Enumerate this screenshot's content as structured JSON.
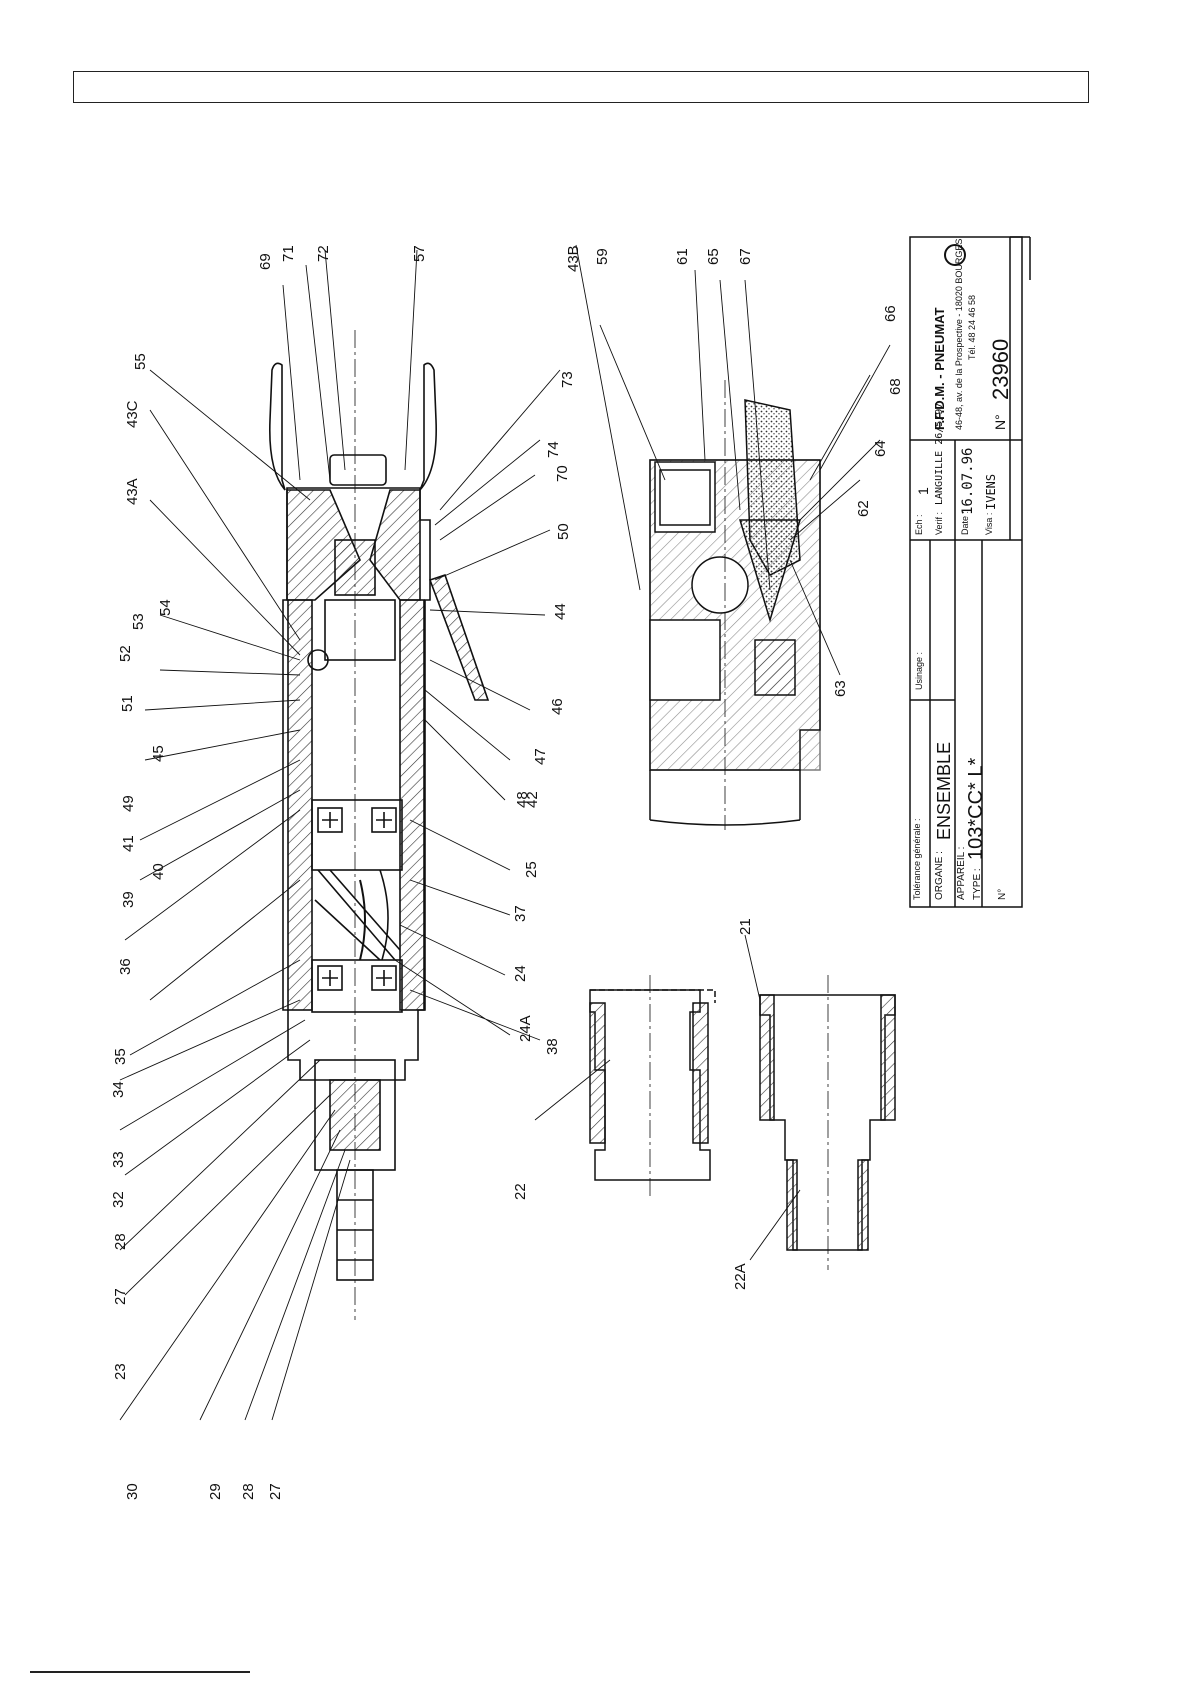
{
  "drawing": {
    "callouts": [
      {
        "id": "c69",
        "text": "69"
      },
      {
        "id": "c71",
        "text": "71"
      },
      {
        "id": "c72",
        "text": "72"
      },
      {
        "id": "c57",
        "text": "57"
      },
      {
        "id": "c43B",
        "text": "43B"
      },
      {
        "id": "c59",
        "text": "59"
      },
      {
        "id": "c61",
        "text": "61"
      },
      {
        "id": "c65",
        "text": "65"
      },
      {
        "id": "c67",
        "text": "67"
      },
      {
        "id": "c55",
        "text": "55"
      },
      {
        "id": "c43C",
        "text": "43C"
      },
      {
        "id": "c43A",
        "text": "43A"
      },
      {
        "id": "c54",
        "text": "54"
      },
      {
        "id": "c53",
        "text": "53"
      },
      {
        "id": "c52",
        "text": "52"
      },
      {
        "id": "c51",
        "text": "51"
      },
      {
        "id": "c45",
        "text": "45"
      },
      {
        "id": "c49",
        "text": "49"
      },
      {
        "id": "c41",
        "text": "41"
      },
      {
        "id": "c40",
        "text": "40"
      },
      {
        "id": "c39",
        "text": "39"
      },
      {
        "id": "c36",
        "text": "36"
      },
      {
        "id": "c35",
        "text": "35"
      },
      {
        "id": "c34",
        "text": "34"
      },
      {
        "id": "c33",
        "text": "33"
      },
      {
        "id": "c32",
        "text": "32"
      },
      {
        "id": "c28a",
        "text": "28"
      },
      {
        "id": "c27a",
        "text": "27"
      },
      {
        "id": "c23",
        "text": "23"
      },
      {
        "id": "c30",
        "text": "30"
      },
      {
        "id": "c29",
        "text": "29"
      },
      {
        "id": "c28b",
        "text": "28"
      },
      {
        "id": "c27b",
        "text": "27"
      },
      {
        "id": "c73",
        "text": "73"
      },
      {
        "id": "c74",
        "text": "74"
      },
      {
        "id": "c70",
        "text": "70"
      },
      {
        "id": "c50",
        "text": "50"
      },
      {
        "id": "c44",
        "text": "44"
      },
      {
        "id": "c46",
        "text": "46"
      },
      {
        "id": "c47",
        "text": "47"
      },
      {
        "id": "c48",
        "text": "48"
      },
      {
        "id": "c42",
        "text": "42"
      },
      {
        "id": "c25",
        "text": "25"
      },
      {
        "id": "c37",
        "text": "37"
      },
      {
        "id": "c24",
        "text": "24"
      },
      {
        "id": "c24A",
        "text": "24A"
      },
      {
        "id": "c38",
        "text": "38"
      },
      {
        "id": "c66",
        "text": "66"
      },
      {
        "id": "c68",
        "text": "68"
      },
      {
        "id": "c64",
        "text": "64"
      },
      {
        "id": "c62",
        "text": "62"
      },
      {
        "id": "c63",
        "text": "63"
      },
      {
        "id": "c21",
        "text": "21"
      },
      {
        "id": "c22",
        "text": "22"
      },
      {
        "id": "c22A",
        "text": "22A"
      }
    ]
  },
  "title_block": {
    "company": "F.F.D.M. - PNEUMAT",
    "address": "46-48, av. de la Prospective - 18020 BOURGES",
    "phone": "Tél. 48 24 46 58",
    "number_label": "N°",
    "number": "23960",
    "tolerance_label": "Tolérance générale :",
    "usinage_label": "Usinage :",
    "organe_label": "ORGANE :",
    "organe_value": "ENSEMBLE",
    "appareil_label": "APPAREIL :",
    "type_label": "TYPE :",
    "type_value": "103*CC* L*",
    "no_label": "N°",
    "ech_label": "Ech :",
    "ech_value": "1",
    "verif_label": "Verif :",
    "verif_value": "LANGUILLE 26/5/97",
    "date_label": "Date :",
    "date_value": "16.07.96",
    "visa_label": "Visa :",
    "visa_value": "IVENS"
  }
}
